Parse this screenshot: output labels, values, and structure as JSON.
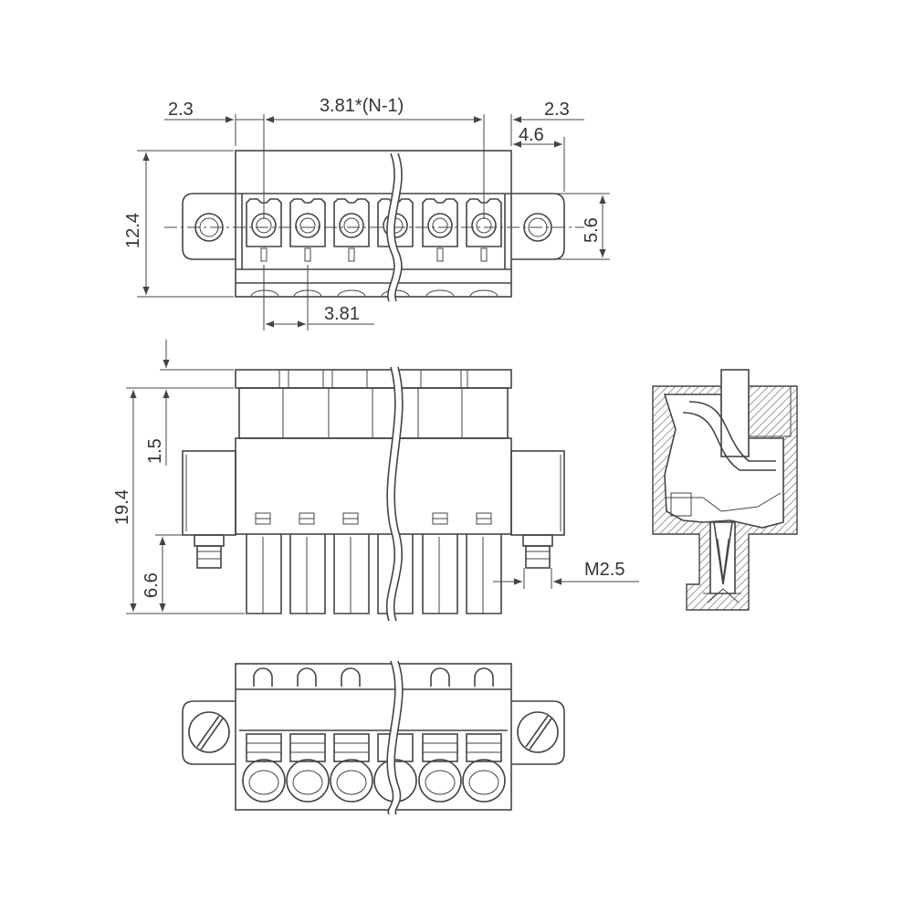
{
  "colors": {
    "line": "#444444",
    "background": "#ffffff"
  },
  "dimensions": {
    "top_left_offset": "2.3",
    "pitch_total": "3.81*(N-1)",
    "top_right_offset": "2.3",
    "flange_width": "4.6",
    "overall_height_top": "12.4",
    "hole_spacing": "5.6",
    "pitch": "3.81",
    "overall_height_front": "19.4",
    "top_step": "1.5",
    "pin_length": "6.6",
    "screw_thread": "M2.5"
  }
}
